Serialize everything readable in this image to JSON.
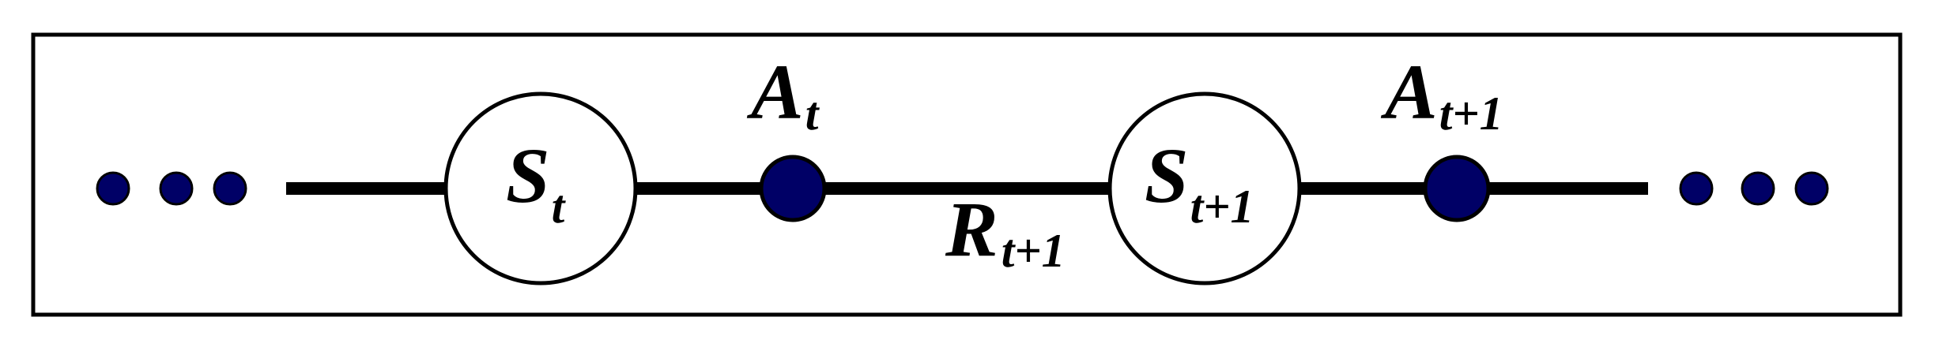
{
  "colors": {
    "line": "#000000",
    "action_node": "#000066",
    "state_node_fill": "#ffffff",
    "frame": "#000000"
  },
  "labels": {
    "state_t": {
      "main": "S",
      "sub": "t"
    },
    "action_t": {
      "main": "A",
      "sub": "t"
    },
    "reward_t1": {
      "main": "R",
      "sub": "t+1"
    },
    "state_t1": {
      "main": "S",
      "sub": "t+1"
    },
    "action_t1": {
      "main": "A",
      "sub": "t+1"
    }
  }
}
